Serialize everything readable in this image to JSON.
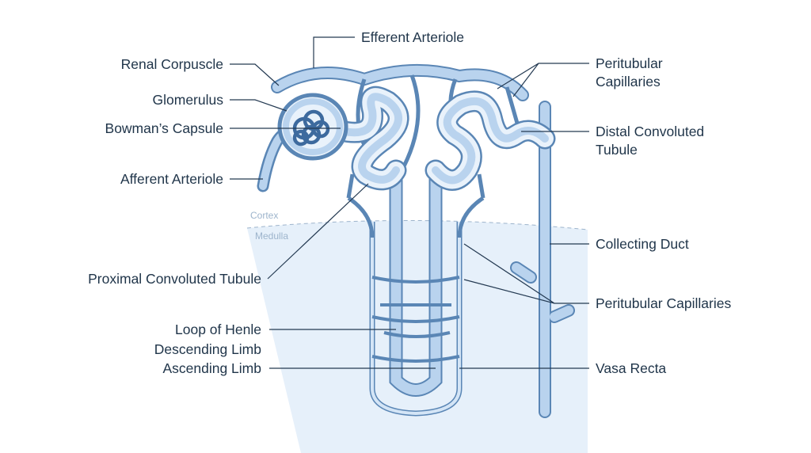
{
  "colors": {
    "vessel_outline": "#5a86b5",
    "vessel_fill": "#b9d3ee",
    "tubule_lumen": "#e9f2fb",
    "medulla_shade": "#e6f0fa",
    "label_text": "#1f3449",
    "leader_line": "#243a52"
  },
  "zones": {
    "cortex": "Cortex",
    "medulla": "Medulla"
  },
  "labels": {
    "efferent_arteriole": "Efferent Arteriole",
    "renal_corpuscle": "Renal Corpuscle",
    "glomerulus": "Glomerulus",
    "bowmans_capsule": "Bowman’s Capsule",
    "afferent_arteriole": "Afferent Arteriole",
    "proximal_convoluted_tubule": "Proximal Convoluted Tubule",
    "loop_of_henle": "Loop of Henle",
    "descending_limb": "Descending Limb",
    "ascending_limb": "Ascending Limb",
    "peritubular_capillaries_top_1": "Peritubular",
    "peritubular_capillaries_top_2": "Capillaries",
    "distal_convoluted_tubule_1": "Distal Convoluted",
    "distal_convoluted_tubule_2": "Tubule",
    "collecting_duct": "Collecting Duct",
    "peritubular_capillaries_lower": "Peritubular Capillaries",
    "vasa_recta": "Vasa Recta"
  }
}
